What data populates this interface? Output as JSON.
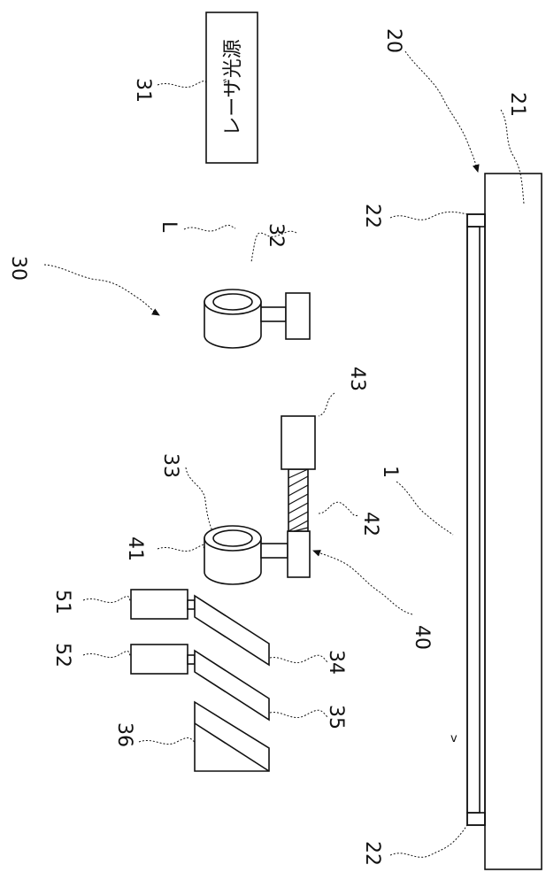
{
  "labels": {
    "n1": "1",
    "n20": "20",
    "n21": "21",
    "n22_top": "22",
    "n22_bottom": "22",
    "n30": "30",
    "n31": "31",
    "n32": "32",
    "n33": "33",
    "n34": "34",
    "n35": "35",
    "n36": "36",
    "n40": "40",
    "n41": "41",
    "n42": "42",
    "n43": "43",
    "n51": "51",
    "n52": "52",
    "L": "L",
    "laser_source": "レーザ光源"
  }
}
